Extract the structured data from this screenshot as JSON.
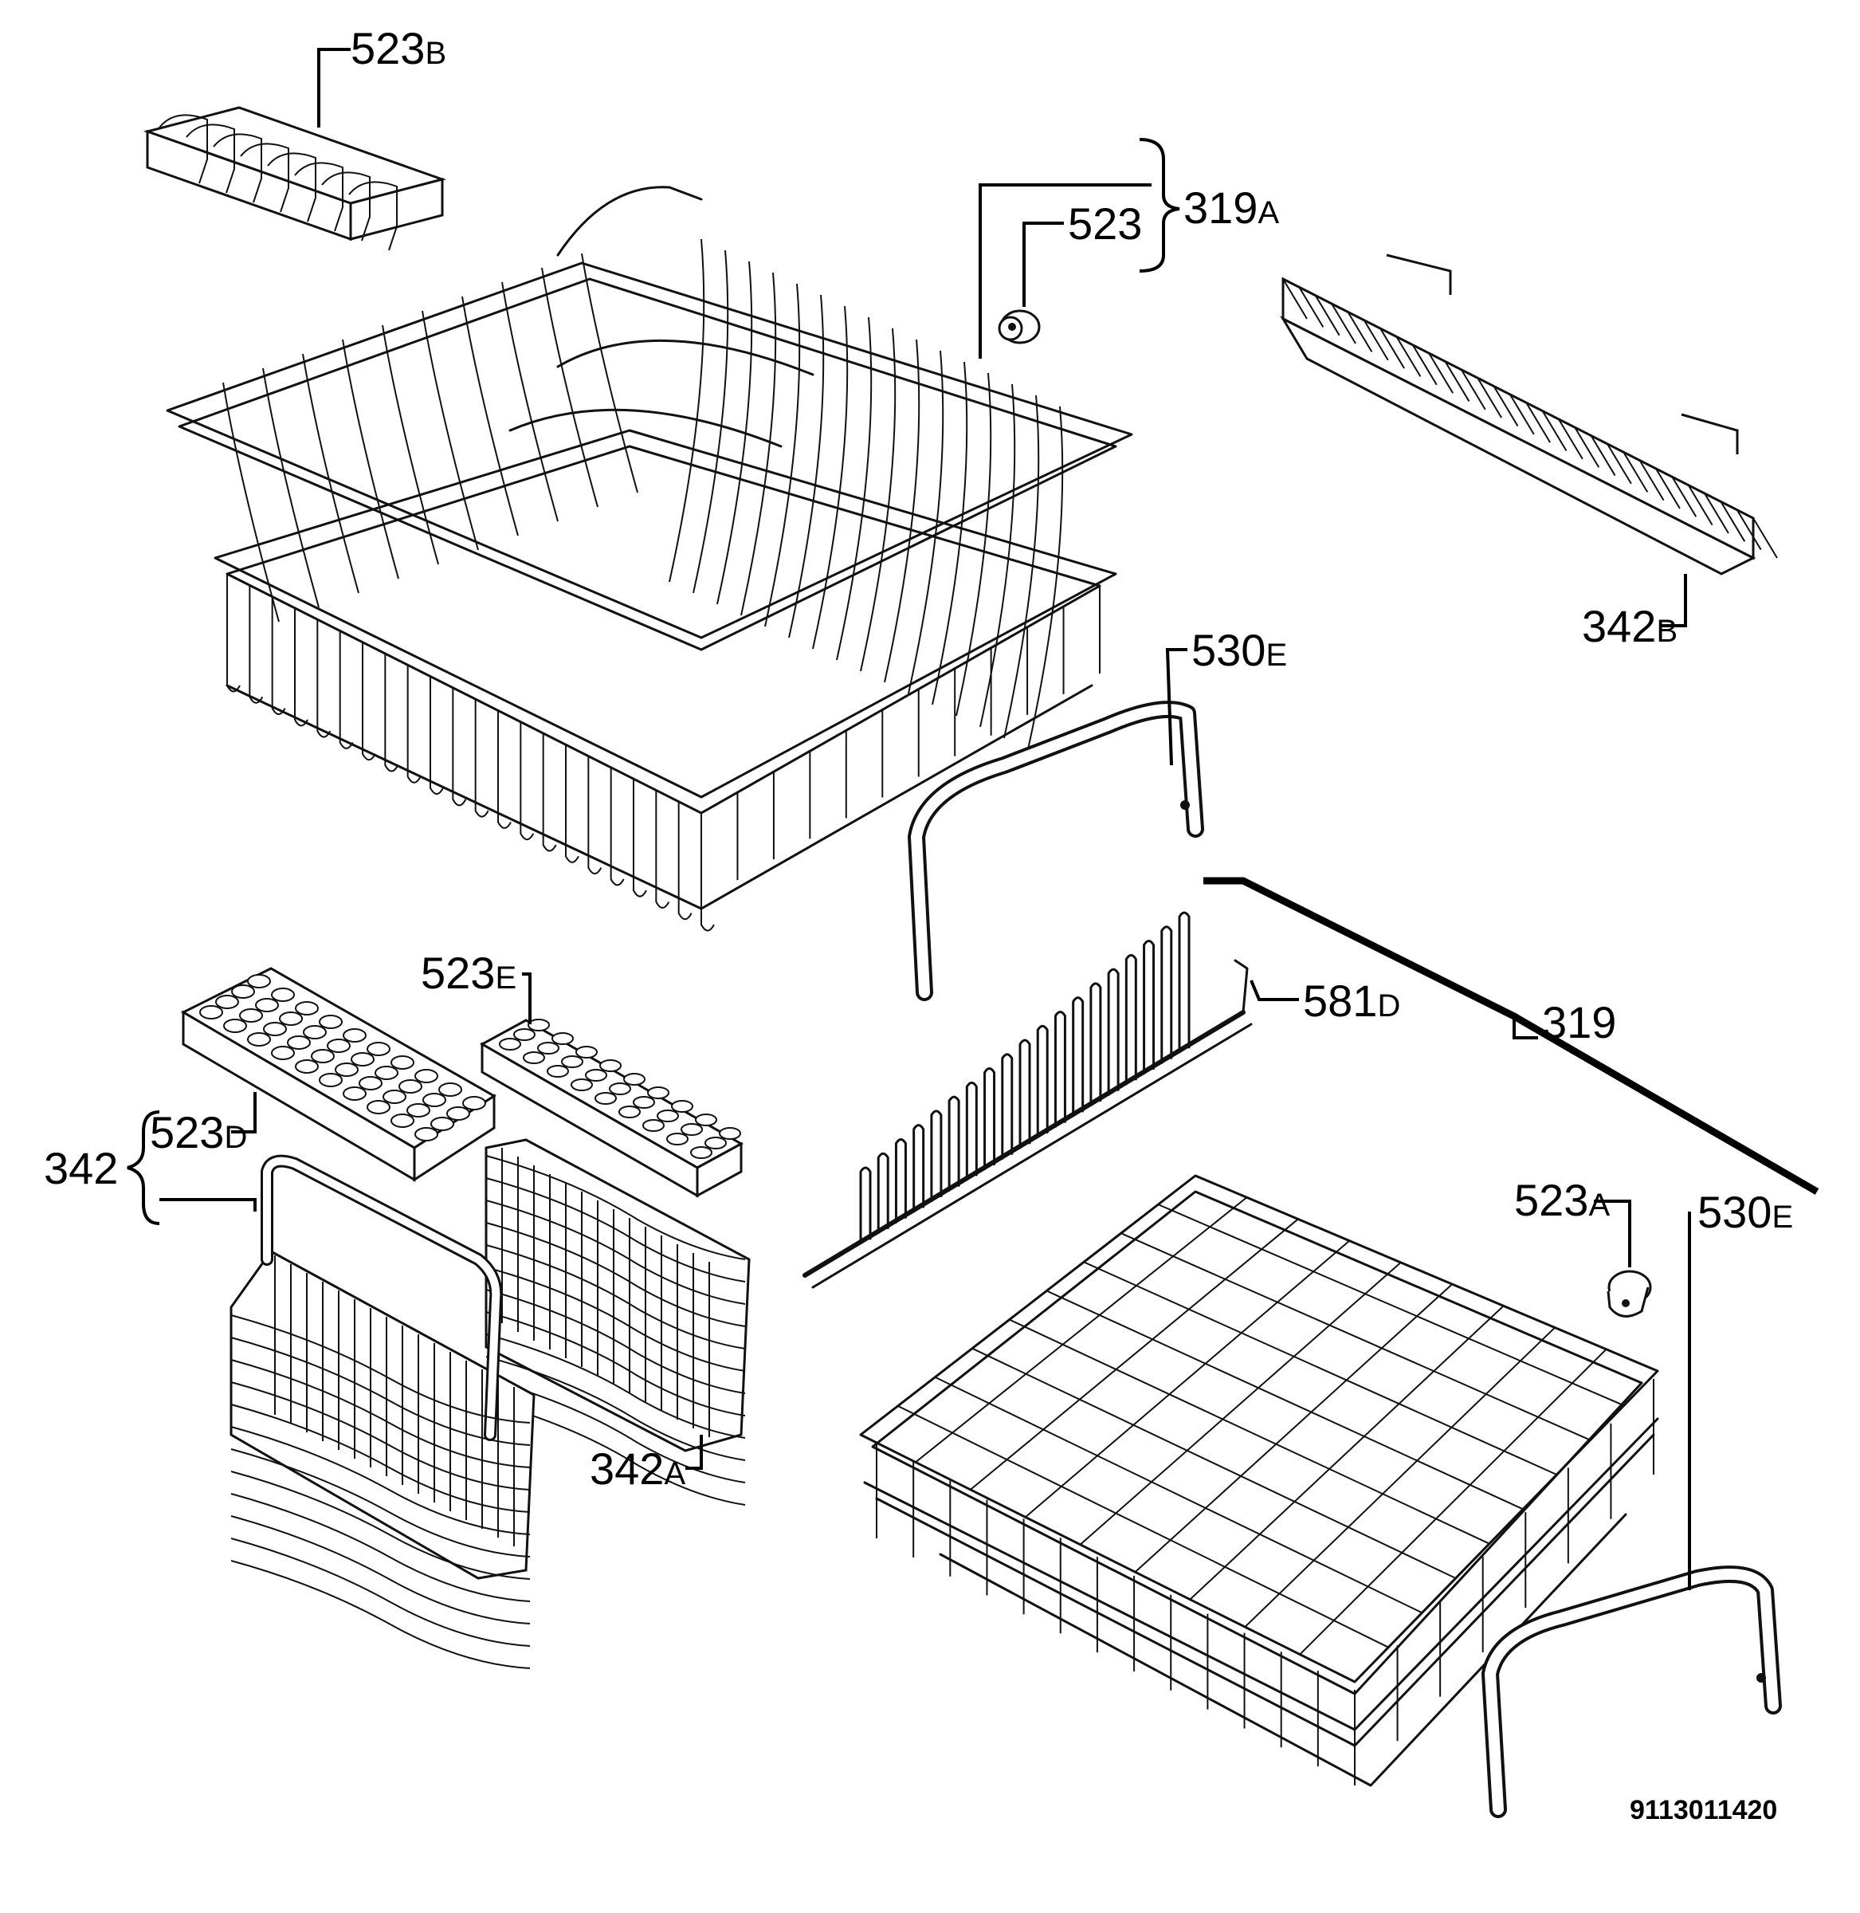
{
  "callouts": [
    {
      "id": "523B",
      "main": "523",
      "suffix": "B"
    },
    {
      "id": "523",
      "main": "523",
      "suffix": ""
    },
    {
      "id": "319A",
      "main": "319",
      "suffix": "A"
    },
    {
      "id": "342B",
      "main": "342",
      "suffix": "B"
    },
    {
      "id": "530E_top",
      "main": "530",
      "suffix": "E"
    },
    {
      "id": "523E",
      "main": "523",
      "suffix": "E"
    },
    {
      "id": "581D",
      "main": "581",
      "suffix": "D"
    },
    {
      "id": "319",
      "main": "319",
      "suffix": ""
    },
    {
      "id": "523D",
      "main": "523",
      "suffix": "D"
    },
    {
      "id": "342",
      "main": "342",
      "suffix": ""
    },
    {
      "id": "342A",
      "main": "342",
      "suffix": "A"
    },
    {
      "id": "523A",
      "main": "523",
      "suffix": "A"
    },
    {
      "id": "530E_bottom",
      "main": "530",
      "suffix": "E"
    }
  ],
  "drawing_code": "9113011420",
  "parts": [
    {
      "name": "upper-basket"
    },
    {
      "name": "lower-basket"
    },
    {
      "name": "cutlery-basket"
    },
    {
      "name": "cutlery-basket-rack"
    },
    {
      "name": "cup-rack"
    },
    {
      "name": "plate-rack-insert"
    },
    {
      "name": "handle-upper"
    },
    {
      "name": "handle-lower"
    },
    {
      "name": "knife-holder"
    },
    {
      "name": "cutlery-lid-large"
    },
    {
      "name": "cutlery-lid-small"
    },
    {
      "name": "wheel-upper"
    },
    {
      "name": "wheel-lower"
    }
  ]
}
